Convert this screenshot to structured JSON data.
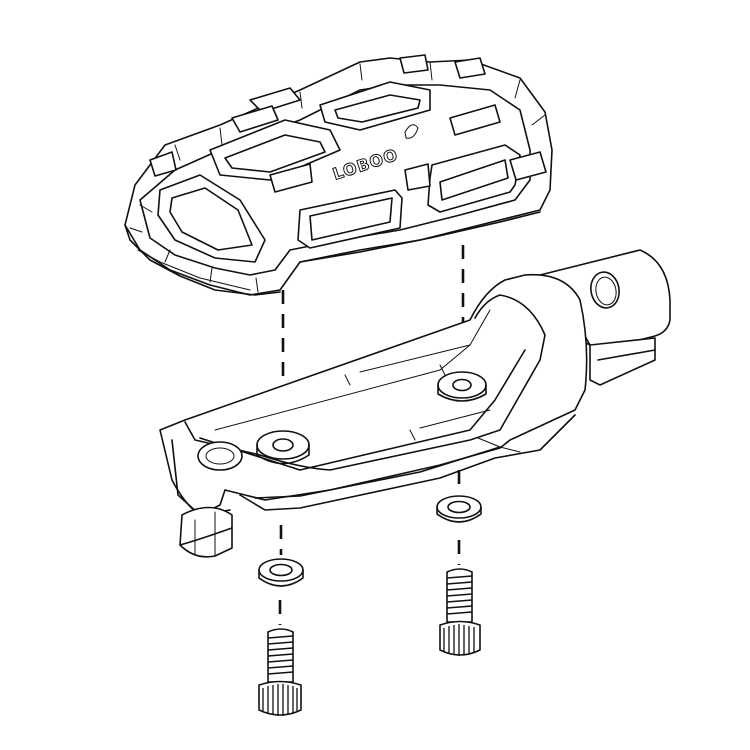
{
  "diagram": {
    "brand_logo_text": "LOBOO",
    "colors": {
      "line": "#111111",
      "background": "#ffffff"
    },
    "parts": [
      "footpeg-rubber-pad",
      "footpeg-body",
      "washer-left",
      "washer-right",
      "bolt-left",
      "bolt-right"
    ]
  }
}
